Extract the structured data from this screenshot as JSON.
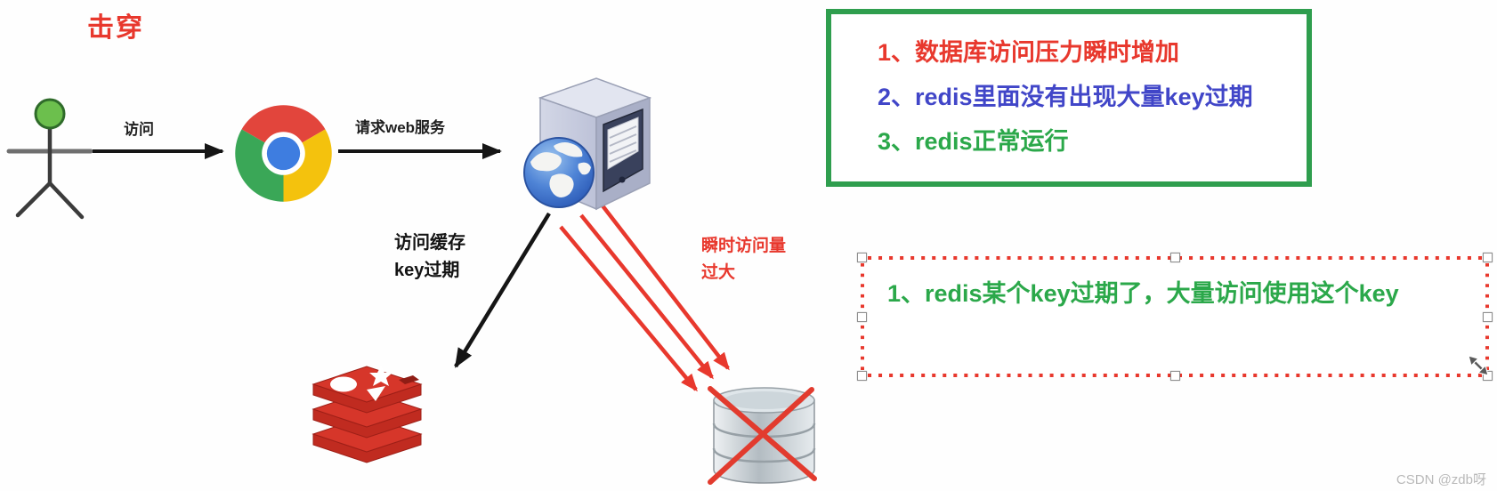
{
  "page": {
    "title": "击穿",
    "watermark": "CSDN @zdb呀"
  },
  "flow": {
    "access_label": "访问",
    "request_label": "请求web服务",
    "cache_label_line1": "访问缓存",
    "cache_label_line2": "key过期",
    "burst_label_line1": "瞬时访问量",
    "burst_label_line2": "过大"
  },
  "analysis_box": {
    "items": [
      {
        "text": "1、数据库访问压力瞬时增加",
        "color": "#e8382d"
      },
      {
        "text": "2、redis里面没有出现大量key过期",
        "color": "#4146c8"
      },
      {
        "text": "3、redis正常运行",
        "color": "#2ba84a"
      }
    ]
  },
  "cause_box": {
    "text": "1、redis某个key过期了，大量访问使用这个key",
    "color": "#2ba84a"
  },
  "icons": {
    "person": "person-icon",
    "browser": "chrome-browser-icon",
    "server": "web-server-icon",
    "redis": "redis-icon",
    "database": "database-icon",
    "red_x": "red-x-icon",
    "resize_cursor": "resize-cursor-icon"
  },
  "colors": {
    "red": "#e8382d",
    "blue": "#4146c8",
    "green": "#2ba84a",
    "box_green": "#2f9e4e"
  }
}
